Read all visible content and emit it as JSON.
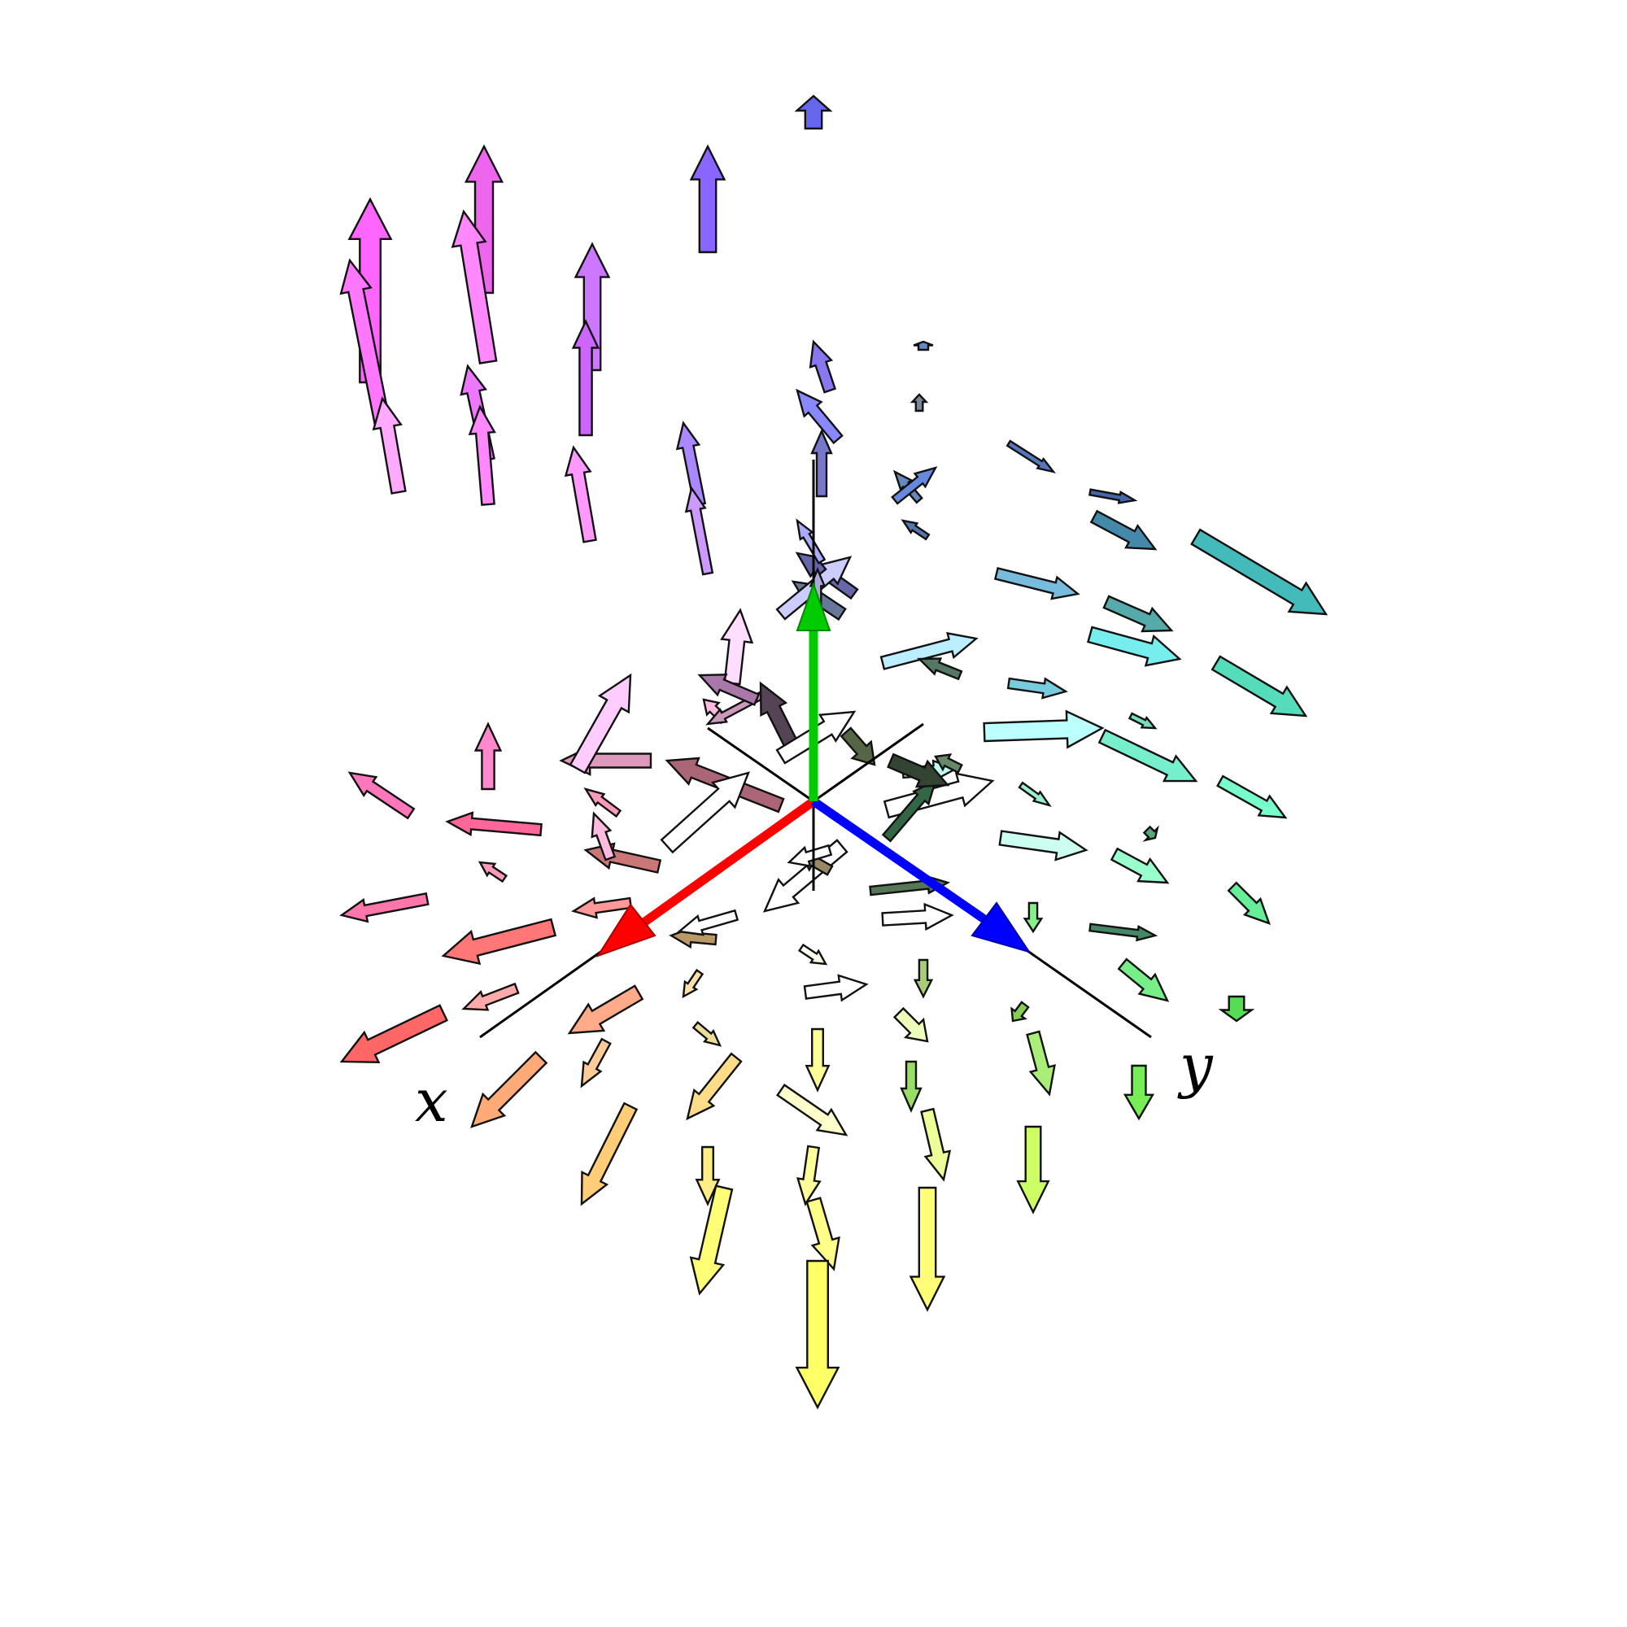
{
  "figure": {
    "description_type": "3D vector field (radial/swirl) rendered as flat arrow glyphs",
    "axes": [
      {
        "name": "x",
        "label": "x",
        "color": "#ff0000"
      },
      {
        "name": "y",
        "label": "y",
        "color": "#0000ff"
      },
      {
        "name": "z",
        "label": "",
        "color": "#00c000"
      }
    ]
  },
  "arrows": [
    {
      "id": "a01",
      "tail": [
        455,
        470
      ],
      "head": [
        455,
        245
      ],
      "w": 0.75,
      "color": "#ff66ff"
    },
    {
      "id": "a02",
      "tail": [
        595,
        360
      ],
      "head": [
        595,
        180
      ],
      "w": 0.65,
      "color": "#ee66ee"
    },
    {
      "id": "a03",
      "tail": [
        470,
        520
      ],
      "head": [
        430,
        320
      ],
      "w": 0.55,
      "color": "#ff77ff"
    },
    {
      "id": "a04",
      "tail": [
        600,
        445
      ],
      "head": [
        570,
        260
      ],
      "w": 0.6,
      "color": "#ff88ff"
    },
    {
      "id": "a05",
      "tail": [
        728,
        455
      ],
      "head": [
        728,
        300
      ],
      "w": 0.6,
      "color": "#cc77ff"
    },
    {
      "id": "a06",
      "tail": [
        870,
        310
      ],
      "head": [
        870,
        180
      ],
      "w": 0.6,
      "color": "#8866ff"
    },
    {
      "id": "a07",
      "tail": [
        1000,
        158
      ],
      "head": [
        1000,
        118
      ],
      "w": 0.6,
      "color": "#6666ee"
    },
    {
      "id": "a08",
      "tail": [
        720,
        535
      ],
      "head": [
        720,
        395
      ],
      "w": 0.45,
      "color": "#cc66ff"
    },
    {
      "id": "a09",
      "tail": [
        600,
        565
      ],
      "head": [
        575,
        450
      ],
      "w": 0.45,
      "color": "#ee77ff"
    },
    {
      "id": "a10",
      "tail": [
        600,
        620
      ],
      "head": [
        590,
        500
      ],
      "w": 0.45,
      "color": "#ff88ff"
    },
    {
      "id": "a11",
      "tail": [
        725,
        665
      ],
      "head": [
        705,
        550
      ],
      "w": 0.45,
      "color": "#ff99ff"
    },
    {
      "id": "a12",
      "tail": [
        490,
        605
      ],
      "head": [
        470,
        490
      ],
      "w": 0.5,
      "color": "#ffaaff"
    },
    {
      "id": "a13",
      "tail": [
        860,
        620
      ],
      "head": [
        840,
        520
      ],
      "w": 0.4,
      "color": "#aa88ff"
    },
    {
      "id": "a14",
      "tail": [
        870,
        705
      ],
      "head": [
        850,
        600
      ],
      "w": 0.35,
      "color": "#cc99ff"
    },
    {
      "id": "a15",
      "tail": [
        1020,
        480
      ],
      "head": [
        1000,
        420
      ],
      "w": 0.4,
      "color": "#8877ee"
    },
    {
      "id": "a16",
      "tail": [
        1010,
        610
      ],
      "head": [
        1010,
        530
      ],
      "w": 0.35,
      "color": "#7777cc"
    },
    {
      "id": "a17",
      "tail": [
        1030,
        540
      ],
      "head": [
        980,
        480
      ],
      "w": 0.4,
      "color": "#8888ff"
    },
    {
      "id": "a18",
      "tail": [
        1050,
        730
      ],
      "head": [
        980,
        680
      ],
      "w": 0.4,
      "color": "#6666aa"
    },
    {
      "id": "a19",
      "tail": [
        1010,
        690
      ],
      "head": [
        980,
        640
      ],
      "w": 0.25,
      "color": "#aaaaff"
    },
    {
      "id": "a20",
      "tail": [
        1135,
        430
      ],
      "head": [
        1135,
        420
      ],
      "w": 0.35,
      "color": "#6688cc"
    },
    {
      "id": "a21",
      "tail": [
        1130,
        615
      ],
      "head": [
        1100,
        580
      ],
      "w": 0.25,
      "color": "#6688bb"
    },
    {
      "id": "a22",
      "tail": [
        1140,
        660
      ],
      "head": [
        1110,
        640
      ],
      "w": 0.2,
      "color": "#5577aa"
    },
    {
      "id": "a23",
      "tail": [
        1100,
        615
      ],
      "head": [
        1150,
        575
      ],
      "w": 0.3,
      "color": "#6688dd"
    },
    {
      "id": "a24",
      "tail": [
        1240,
        545
      ],
      "head": [
        1295,
        580
      ],
      "w": 0.2,
      "color": "#5577bb"
    },
    {
      "id": "a25",
      "tail": [
        1340,
        605
      ],
      "head": [
        1395,
        615
      ],
      "w": 0.2,
      "color": "#4466aa"
    },
    {
      "id": "a26",
      "tail": [
        1345,
        635
      ],
      "head": [
        1420,
        675
      ],
      "w": 0.45,
      "color": "#4488aa"
    },
    {
      "id": "a27",
      "tail": [
        1470,
        660
      ],
      "head": [
        1630,
        755
      ],
      "w": 0.6,
      "color": "#44bbbb"
    },
    {
      "id": "a28",
      "tail": [
        1225,
        705
      ],
      "head": [
        1325,
        730
      ],
      "w": 0.4,
      "color": "#77bbdd"
    },
    {
      "id": "a29",
      "tail": [
        1360,
        740
      ],
      "head": [
        1440,
        775
      ],
      "w": 0.45,
      "color": "#55aaaa"
    },
    {
      "id": "a30",
      "tail": [
        1340,
        780
      ],
      "head": [
        1450,
        810
      ],
      "w": 0.55,
      "color": "#77eeee"
    },
    {
      "id": "a31",
      "tail": [
        1495,
        815
      ],
      "head": [
        1605,
        880
      ],
      "w": 0.55,
      "color": "#55ddbb"
    },
    {
      "id": "a32",
      "tail": [
        1085,
        815
      ],
      "head": [
        1200,
        785
      ],
      "w": 0.45,
      "color": "#bbeeff"
    },
    {
      "id": "a33",
      "tail": [
        1180,
        830
      ],
      "head": [
        1130,
        810
      ],
      "w": 0.3,
      "color": "#557766"
    },
    {
      "id": "a34",
      "tail": [
        1240,
        840
      ],
      "head": [
        1310,
        850
      ],
      "w": 0.35,
      "color": "#77ccdd"
    },
    {
      "id": "a35",
      "tail": [
        1210,
        900
      ],
      "head": [
        1355,
        895
      ],
      "w": 0.65,
      "color": "#bbffff"
    },
    {
      "id": "a36",
      "tail": [
        1355,
        905
      ],
      "head": [
        1470,
        960
      ],
      "w": 0.5,
      "color": "#77eecc"
    },
    {
      "id": "a37",
      "tail": [
        1390,
        880
      ],
      "head": [
        1420,
        895
      ],
      "w": 0.2,
      "color": "#77ddbb"
    },
    {
      "id": "a38",
      "tail": [
        1500,
        960
      ],
      "head": [
        1580,
        1005
      ],
      "w": 0.4,
      "color": "#77ffcc"
    },
    {
      "id": "a39",
      "tail": [
        1110,
        950
      ],
      "head": [
        1175,
        945
      ],
      "w": 0.35,
      "color": "#bbffee"
    },
    {
      "id": "a40",
      "tail": [
        1090,
        995
      ],
      "head": [
        1220,
        960
      ],
      "w": 0.6,
      "color": "#ffffff"
    },
    {
      "id": "a41",
      "tail": [
        1255,
        965
      ],
      "head": [
        1290,
        990
      ],
      "w": 0.2,
      "color": "#99eecc"
    },
    {
      "id": "a42",
      "tail": [
        1230,
        1030
      ],
      "head": [
        1335,
        1045
      ],
      "w": 0.5,
      "color": "#ccfff0"
    },
    {
      "id": "a43",
      "tail": [
        1370,
        1050
      ],
      "head": [
        1435,
        1085
      ],
      "w": 0.45,
      "color": "#99ffcc"
    },
    {
      "id": "a44",
      "tail": [
        1410,
        1020
      ],
      "head": [
        1420,
        1030
      ],
      "w": 0.3,
      "color": "#55aa77"
    },
    {
      "id": "a45",
      "tail": [
        1515,
        1090
      ],
      "head": [
        1560,
        1135
      ],
      "w": 0.4,
      "color": "#66ee99"
    },
    {
      "id": "a46",
      "tail": [
        1340,
        1140
      ],
      "head": [
        1420,
        1150
      ],
      "w": 0.25,
      "color": "#448866"
    },
    {
      "id": "a47",
      "tail": [
        1380,
        1185
      ],
      "head": [
        1435,
        1230
      ],
      "w": 0.45,
      "color": "#77ee88"
    },
    {
      "id": "a48",
      "tail": [
        1270,
        1110
      ],
      "head": [
        1270,
        1145
      ],
      "w": 0.3,
      "color": "#88ee88"
    },
    {
      "id": "a49",
      "tail": [
        1520,
        1225
      ],
      "head": [
        1520,
        1255
      ],
      "w": 0.55,
      "color": "#55dd55"
    },
    {
      "id": "a50",
      "tail": [
        1400,
        1310
      ],
      "head": [
        1400,
        1375
      ],
      "w": 0.5,
      "color": "#77ee55"
    },
    {
      "id": "a51",
      "tail": [
        1270,
        1270
      ],
      "head": [
        1290,
        1345
      ],
      "w": 0.45,
      "color": "#aaee77"
    },
    {
      "id": "a52",
      "tail": [
        1260,
        1235
      ],
      "head": [
        1245,
        1255
      ],
      "w": 0.3,
      "color": "#88cc55"
    },
    {
      "id": "a53",
      "tail": [
        1270,
        1385
      ],
      "head": [
        1270,
        1490
      ],
      "w": 0.55,
      "color": "#ccff66"
    },
    {
      "id": "a54",
      "tail": [
        1120,
        1305
      ],
      "head": [
        1120,
        1365
      ],
      "w": 0.35,
      "color": "#99dd66"
    },
    {
      "id": "a55",
      "tail": [
        1105,
        1245
      ],
      "head": [
        1140,
        1280
      ],
      "w": 0.45,
      "color": "#eeffbb"
    },
    {
      "id": "a56",
      "tail": [
        1140,
        1365
      ],
      "head": [
        1160,
        1450
      ],
      "w": 0.45,
      "color": "#eeff99"
    },
    {
      "id": "a57",
      "tail": [
        1140,
        1460
      ],
      "head": [
        1140,
        1610
      ],
      "w": 0.6,
      "color": "#ffff77"
    },
    {
      "id": "a58",
      "tail": [
        1135,
        1180
      ],
      "head": [
        1135,
        1225
      ],
      "w": 0.3,
      "color": "#aacc77"
    },
    {
      "id": "a59",
      "tail": [
        1085,
        1130
      ],
      "head": [
        1170,
        1125
      ],
      "w": 0.45,
      "color": "#ffffff"
    },
    {
      "id": "a60",
      "tail": [
        1070,
        1095
      ],
      "head": [
        1165,
        1085
      ],
      "w": 0.3,
      "color": "#557755"
    },
    {
      "id": "a61",
      "tail": [
        1005,
        1265
      ],
      "head": [
        1005,
        1340
      ],
      "w": 0.4,
      "color": "#ffff99"
    },
    {
      "id": "a62",
      "tail": [
        990,
        1220
      ],
      "head": [
        1065,
        1210
      ],
      "w": 0.45,
      "color": "#ffffff"
    },
    {
      "id": "a63",
      "tail": [
        960,
        1340
      ],
      "head": [
        1040,
        1395
      ],
      "w": 0.45,
      "color": "#ffffcc"
    },
    {
      "id": "a64",
      "tail": [
        1000,
        1410
      ],
      "head": [
        990,
        1480
      ],
      "w": 0.4,
      "color": "#ffff99"
    },
    {
      "id": "a65",
      "tail": [
        1000,
        1475
      ],
      "head": [
        1025,
        1560
      ],
      "w": 0.5,
      "color": "#ffff88"
    },
    {
      "id": "a66",
      "tail": [
        1005,
        1550
      ],
      "head": [
        1005,
        1730
      ],
      "w": 0.75,
      "color": "#ffff66"
    },
    {
      "id": "a67",
      "tail": [
        870,
        1410
      ],
      "head": [
        870,
        1480
      ],
      "w": 0.4,
      "color": "#ffee88"
    },
    {
      "id": "a68",
      "tail": [
        890,
        1460
      ],
      "head": [
        860,
        1590
      ],
      "w": 0.6,
      "color": "#ffff77"
    },
    {
      "id": "a69",
      "tail": [
        905,
        1300
      ],
      "head": [
        845,
        1375
      ],
      "w": 0.45,
      "color": "#ffdd88"
    },
    {
      "id": "a70",
      "tail": [
        855,
        1260
      ],
      "head": [
        885,
        1285
      ],
      "w": 0.25,
      "color": "#eedd99"
    },
    {
      "id": "a71",
      "tail": [
        860,
        1195
      ],
      "head": [
        840,
        1225
      ],
      "w": 0.25,
      "color": "#ffe0aa"
    },
    {
      "id": "a72",
      "tail": [
        985,
        1165
      ],
      "head": [
        1015,
        1185
      ],
      "w": 0.25,
      "color": "#ffffee"
    },
    {
      "id": "a73",
      "tail": [
        775,
        1360
      ],
      "head": [
        715,
        1480
      ],
      "w": 0.5,
      "color": "#ffcc77"
    },
    {
      "id": "a74",
      "tail": [
        745,
        1280
      ],
      "head": [
        715,
        1335
      ],
      "w": 0.35,
      "color": "#ffcc99"
    },
    {
      "id": "a75",
      "tail": [
        665,
        1300
      ],
      "head": [
        580,
        1385
      ],
      "w": 0.55,
      "color": "#ffaa77"
    },
    {
      "id": "a76",
      "tail": [
        785,
        1220
      ],
      "head": [
        700,
        1270
      ],
      "w": 0.55,
      "color": "#ffaa88"
    },
    {
      "id": "a77",
      "tail": [
        880,
        1155
      ],
      "head": [
        825,
        1150
      ],
      "w": 0.35,
      "color": "#bb9966"
    },
    {
      "id": "a78",
      "tail": [
        905,
        1125
      ],
      "head": [
        835,
        1145
      ],
      "w": 0.35,
      "color": "#ffffff"
    },
    {
      "id": "a79",
      "tail": [
        1035,
        1040
      ],
      "head": [
        940,
        1120
      ],
      "w": 0.55,
      "color": "#ffffff"
    },
    {
      "id": "a80",
      "tail": [
        1020,
        1070
      ],
      "head": [
        985,
        1050
      ],
      "w": 0.35,
      "color": "#998866"
    },
    {
      "id": "a81",
      "tail": [
        1020,
        1045
      ],
      "head": [
        970,
        1060
      ],
      "w": 0.35,
      "color": "#ffffff"
    },
    {
      "id": "a82",
      "tail": [
        545,
        1245
      ],
      "head": [
        420,
        1305
      ],
      "w": 0.6,
      "color": "#ff6666"
    },
    {
      "id": "a83",
      "tail": [
        680,
        1140
      ],
      "head": [
        545,
        1175
      ],
      "w": 0.6,
      "color": "#ff7777"
    },
    {
      "id": "a84",
      "tail": [
        635,
        1215
      ],
      "head": [
        570,
        1240
      ],
      "w": 0.35,
      "color": "#ffaaaa"
    },
    {
      "id": "a85",
      "tail": [
        775,
        1110
      ],
      "head": [
        705,
        1120
      ],
      "w": 0.35,
      "color": "#ff9999"
    },
    {
      "id": "a86",
      "tail": [
        525,
        1105
      ],
      "head": [
        420,
        1125
      ],
      "w": 0.4,
      "color": "#ff77aa"
    },
    {
      "id": "a87",
      "tail": [
        620,
        1080
      ],
      "head": [
        590,
        1060
      ],
      "w": 0.25,
      "color": "#ff99bb"
    },
    {
      "id": "a88",
      "tail": [
        665,
        1020
      ],
      "head": [
        550,
        1010
      ],
      "w": 0.4,
      "color": "#ff6699"
    },
    {
      "id": "a89",
      "tail": [
        505,
        1000
      ],
      "head": [
        430,
        950
      ],
      "w": 0.4,
      "color": "#ff77bb"
    },
    {
      "id": "a90",
      "tail": [
        600,
        970
      ],
      "head": [
        600,
        890
      ],
      "w": 0.45,
      "color": "#ff88cc"
    },
    {
      "id": "a91",
      "tail": [
        810,
        1065
      ],
      "head": [
        720,
        1045
      ],
      "w": 0.45,
      "color": "#cc7777"
    },
    {
      "id": "a92",
      "tail": [
        750,
        1055
      ],
      "head": [
        730,
        1000
      ],
      "w": 0.35,
      "color": "#ffbbdd"
    },
    {
      "id": "a93",
      "tail": [
        760,
        1000
      ],
      "head": [
        720,
        970
      ],
      "w": 0.25,
      "color": "#ff99bb"
    },
    {
      "id": "a94",
      "tail": [
        800,
        935
      ],
      "head": [
        690,
        935
      ],
      "w": 0.5,
      "color": "#dd99bb"
    },
    {
      "id": "a95",
      "tail": [
        960,
        990
      ],
      "head": [
        820,
        935
      ],
      "w": 0.5,
      "color": "#aa6677"
    },
    {
      "id": "a96",
      "tail": [
        820,
        1040
      ],
      "head": [
        920,
        950
      ],
      "w": 0.6,
      "color": "#ffffff"
    },
    {
      "id": "a97",
      "tail": [
        890,
        885
      ],
      "head": [
        865,
        860
      ],
      "w": 0.3,
      "color": "#ffbbdd"
    },
    {
      "id": "a98",
      "tail": [
        945,
        850
      ],
      "head": [
        870,
        890
      ],
      "w": 0.25,
      "color": "#cc99bb"
    },
    {
      "id": "a99",
      "tail": [
        710,
        945
      ],
      "head": [
        775,
        830
      ],
      "w": 0.6,
      "color": "#ffccff"
    },
    {
      "id": "b01",
      "tail": [
        900,
        840
      ],
      "head": [
        910,
        750
      ],
      "w": 0.55,
      "color": "#ffddff"
    },
    {
      "id": "b02",
      "tail": [
        930,
        860
      ],
      "head": [
        860,
        830
      ],
      "w": 0.4,
      "color": "#aa77aa"
    },
    {
      "id": "b03",
      "tail": [
        975,
        920
      ],
      "head": [
        935,
        840
      ],
      "w": 0.5,
      "color": "#554455"
    },
    {
      "id": "b04",
      "tail": [
        960,
        930
      ],
      "head": [
        1050,
        875
      ],
      "w": 0.55,
      "color": "#ffffff"
    },
    {
      "id": "b05",
      "tail": [
        1040,
        900
      ],
      "head": [
        1075,
        940
      ],
      "w": 0.45,
      "color": "#556644"
    },
    {
      "id": "b06",
      "tail": [
        1090,
        1030
      ],
      "head": [
        1150,
        960
      ],
      "w": 0.35,
      "color": "#336644"
    },
    {
      "id": "b07",
      "tail": [
        1095,
        935
      ],
      "head": [
        1165,
        965
      ],
      "w": 0.5,
      "color": "#334433"
    },
    {
      "id": "b08",
      "tail": [
        1180,
        945
      ],
      "head": [
        1150,
        930
      ],
      "w": 0.3,
      "color": "#668866"
    },
    {
      "id": "b09",
      "tail": [
        1035,
        755
      ],
      "head": [
        975,
        715
      ],
      "w": 0.45,
      "color": "#667799"
    },
    {
      "id": "b10",
      "tail": [
        960,
        755
      ],
      "head": [
        1045,
        685
      ],
      "w": 0.45,
      "color": "#ccccff"
    },
    {
      "id": "b11",
      "tail": [
        1005,
        745
      ],
      "head": [
        1005,
        700
      ],
      "w": 0.25,
      "color": "#aaaadd"
    },
    {
      "id": "b12",
      "tail": [
        1130,
        505
      ],
      "head": [
        1130,
        485
      ],
      "w": 0.25,
      "color": "#778899"
    }
  ]
}
